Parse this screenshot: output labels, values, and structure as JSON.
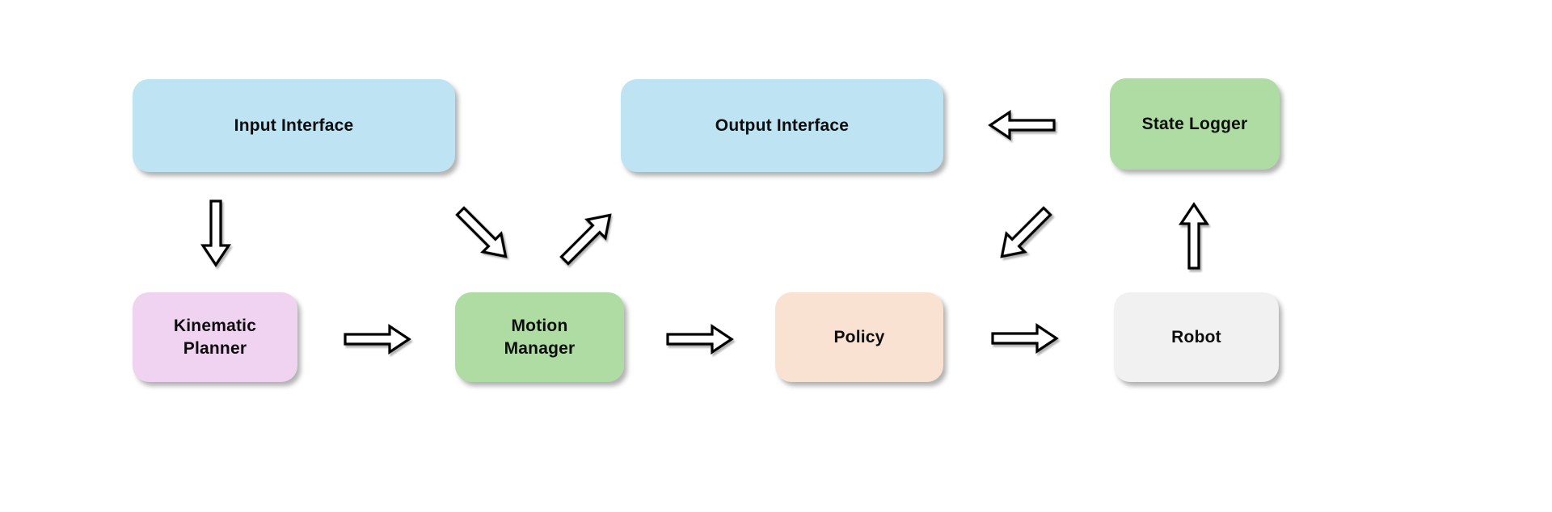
{
  "diagram": {
    "type": "flowchart",
    "background": "#FFFFFF",
    "text_color": "#0D0D0D",
    "arrow_style": {
      "fill": "#FFFFFF",
      "stroke": "#000000"
    },
    "nodes": {
      "input_interface": {
        "label": "Input Interface",
        "fill": "#BEE3F2"
      },
      "output_interface": {
        "label": "Output Interface",
        "fill": "#BEE3F2"
      },
      "state_logger": {
        "label": "State Logger",
        "fill": "#AEDCA2"
      },
      "kinematic_planner": {
        "label": "Kinematic Planner",
        "fill": "#EFD3F0"
      },
      "motion_manager": {
        "label": "Motion Manager",
        "fill": "#AEDCA2"
      },
      "policy": {
        "label": "Policy",
        "fill": "#FAE2D3"
      },
      "robot": {
        "label": "Robot",
        "fill": "#F1F1F1"
      }
    },
    "edges": [
      {
        "from": "input_interface",
        "to": "kinematic_planner",
        "direction": "down"
      },
      {
        "from": "kinematic_planner",
        "to": "motion_manager",
        "direction": "right"
      },
      {
        "from": "input_interface",
        "to": "motion_manager",
        "direction": "down-right"
      },
      {
        "from": "motion_manager",
        "to": "output_interface",
        "direction": "up-right"
      },
      {
        "from": "motion_manager",
        "to": "policy",
        "direction": "right"
      },
      {
        "from": "policy",
        "to": "robot",
        "direction": "right"
      },
      {
        "from": "robot",
        "to": "state_logger",
        "direction": "up"
      },
      {
        "from": "state_logger",
        "to": "output_interface",
        "direction": "left"
      },
      {
        "from": "state_logger",
        "to": "policy",
        "direction": "down-left"
      }
    ]
  }
}
